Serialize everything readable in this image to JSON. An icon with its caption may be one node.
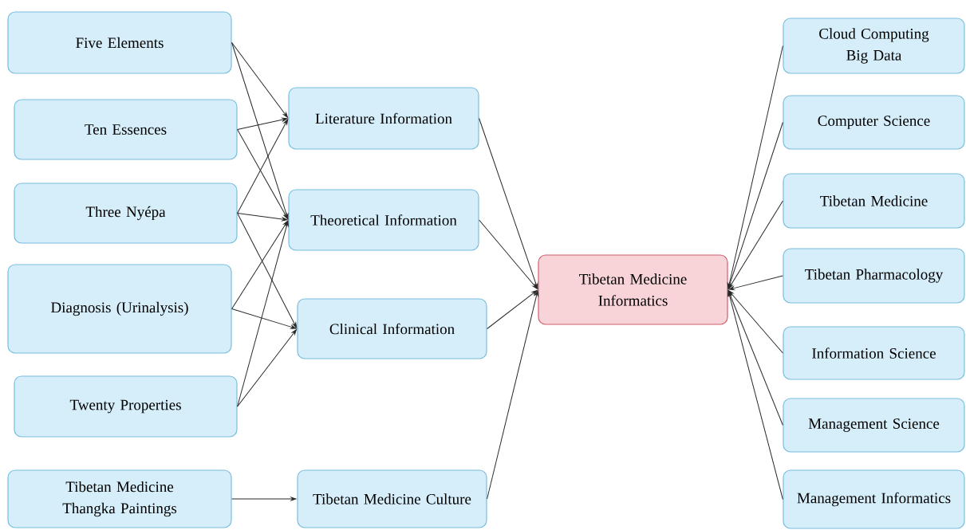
{
  "diagram": {
    "nodes": [
      {
        "text": [
          "Five Elements"
        ]
      },
      {
        "text": [
          "Ten Essences"
        ]
      },
      {
        "text": [
          "Three Nyépa"
        ]
      },
      {
        "text": [
          "Diagnosis (Urinalysis)"
        ]
      },
      {
        "text": [
          "Twenty Properties"
        ]
      },
      {
        "text": [
          "Tibetan Medicine Thangka Paintings"
        ]
      },
      {
        "text": [
          "Literature Information"
        ]
      },
      {
        "text": [
          "Theoretical Information"
        ]
      },
      {
        "text": [
          "Clinical Information"
        ]
      },
      {
        "text": [
          "Tibetan Medicine Culture"
        ]
      },
      {
        "text": [
          "Tibetan Medicine Informatics"
        ]
      },
      {
        "text": [
          "Cloud Computing Big Data"
        ]
      },
      {
        "text": [
          "Computer Science"
        ]
      },
      {
        "text": [
          "Tibetan Medicine"
        ]
      },
      {
        "text": [
          "Tibetan Pharmacology"
        ]
      },
      {
        "text": [
          "Information Science"
        ]
      },
      {
        "text": [
          "Management Science"
        ]
      },
      {
        "text": [
          "Management Informatics"
        ]
      }
    ],
    "edges": [
      {
        "from": 0,
        "to": 6,
        "arrow": "to"
      },
      {
        "from": 0,
        "to": 7,
        "arrow": "to"
      },
      {
        "from": 1,
        "to": 6,
        "arrow": "to"
      },
      {
        "from": 1,
        "to": 7,
        "arrow": "to"
      },
      {
        "from": 2,
        "to": 6,
        "arrow": "to"
      },
      {
        "from": 2,
        "to": 7,
        "arrow": "to"
      },
      {
        "from": 2,
        "to": 8,
        "arrow": "to"
      },
      {
        "from": 3,
        "to": 7,
        "arrow": "to"
      },
      {
        "from": 3,
        "to": 8,
        "arrow": "to"
      },
      {
        "from": 4,
        "to": 7,
        "arrow": "to"
      },
      {
        "from": 4,
        "to": 8,
        "arrow": "to"
      },
      {
        "from": 5,
        "to": 9,
        "arrow": "to"
      },
      {
        "from": 6,
        "to": 10,
        "arrow": "to"
      },
      {
        "from": 7,
        "to": 10,
        "arrow": "to"
      },
      {
        "from": 8,
        "to": 10,
        "arrow": "to"
      },
      {
        "from": 9,
        "to": 10,
        "arrow": "to"
      },
      {
        "from": 11,
        "to": 10,
        "arrow": "to"
      },
      {
        "from": 12,
        "to": 10,
        "arrow": "to"
      },
      {
        "from": 13,
        "to": 10,
        "arrow": "to"
      },
      {
        "from": 14,
        "to": 10,
        "arrow": "to"
      },
      {
        "from": 15,
        "to": 10,
        "arrow": "to"
      },
      {
        "from": 16,
        "to": 10,
        "arrow": "to"
      },
      {
        "from": 17,
        "to": 10,
        "arrow": "to"
      }
    ]
  }
}
